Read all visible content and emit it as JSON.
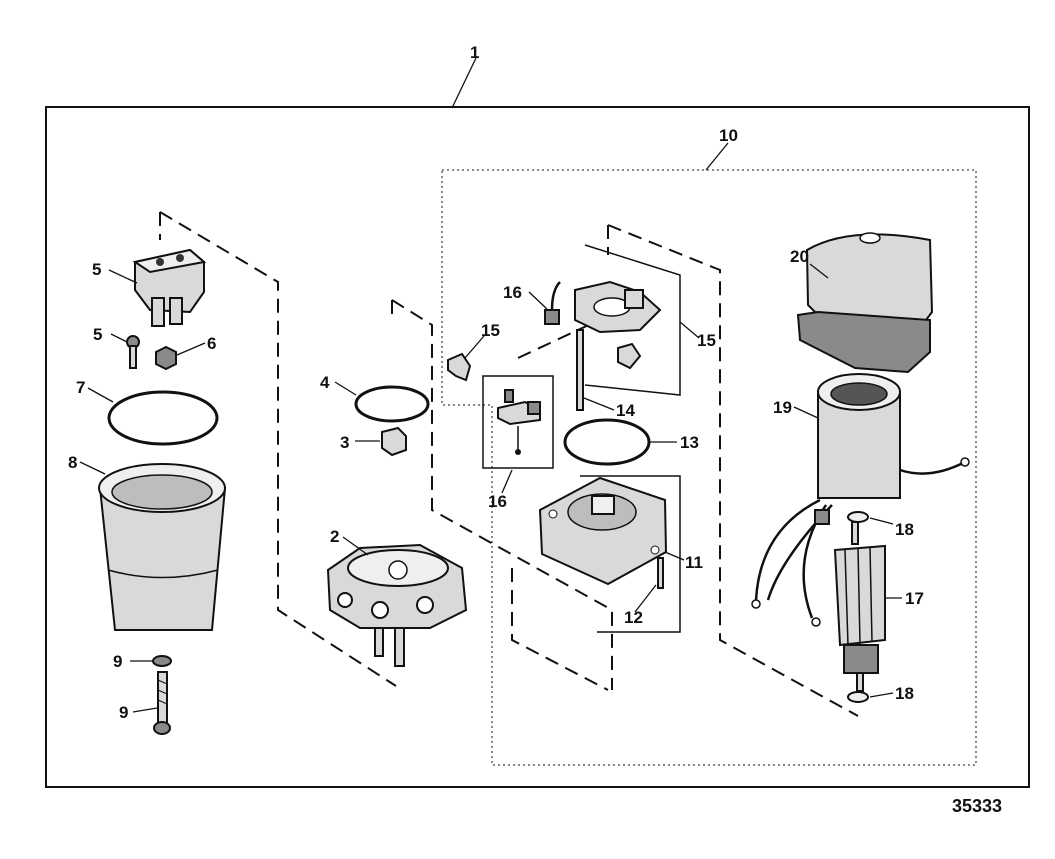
{
  "figure_id": "35333",
  "callouts": {
    "c1": "1",
    "c2": "2",
    "c3": "3",
    "c4": "4",
    "c5a": "5",
    "c5b": "5",
    "c6": "6",
    "c7": "7",
    "c8": "8",
    "c9a": "9",
    "c9b": "9",
    "c10": "10",
    "c11": "11",
    "c12": "12",
    "c13": "13",
    "c14": "14",
    "c15a": "15",
    "c15b": "15",
    "c16a": "16",
    "c16b": "16",
    "c17": "17",
    "c18a": "18",
    "c18b": "18",
    "c19": "19",
    "c20": "20"
  }
}
